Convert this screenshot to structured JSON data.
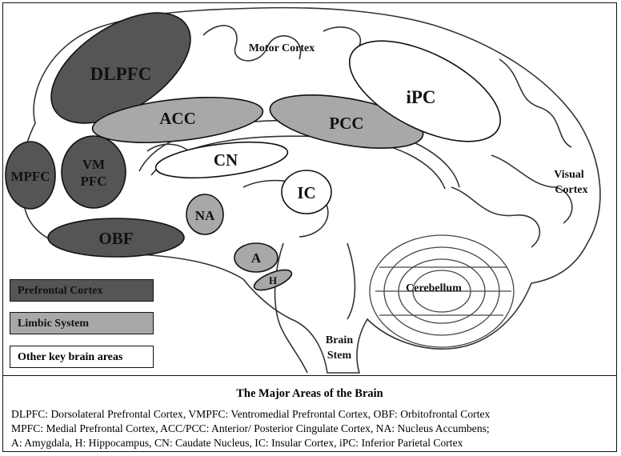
{
  "regions": {
    "dlpfc": "DLPFC",
    "mpfc": "MPFC",
    "vmpfc_line1": "VM",
    "vmpfc_line2": "PFC",
    "obf": "OBF",
    "acc": "ACC",
    "pcc": "PCC",
    "cn": "CN",
    "ipc": "iPC",
    "ic": "IC",
    "na": "NA",
    "a": "A",
    "h": "H"
  },
  "anatomy_labels": {
    "motor_cortex": "Motor Cortex",
    "visual_line1": "Visual",
    "visual_line2": "Cortex",
    "cerebellum": "Cerebellum",
    "brain_stem_line1": "Brain",
    "brain_stem_line2": "Stem"
  },
  "legend": {
    "prefrontal": "Prefrontal Cortex",
    "limbic": "Limbic System",
    "other": "Other key brain areas"
  },
  "colors": {
    "prefrontal": "#555555",
    "limbic": "#a8a8a8",
    "other": "#ffffff"
  },
  "caption": {
    "title": "The Major Areas of the Brain",
    "line1": "DLPFC: Dorsolateral Prefrontal Cortex, VMPFC: Ventromedial Prefrontal Cortex, OBF: Orbitofrontal Cortex",
    "line2": "MPFC: Medial Prefrontal Cortex, ACC/PCC: Anterior/ Posterior Cingulate Cortex, NA: Nucleus Accumbens;",
    "line3": "A: Amygdala, H: Hippocampus, CN: Caudate Nucleus, IC: Insular Cortex, iPC: Inferior Parietal Cortex"
  }
}
